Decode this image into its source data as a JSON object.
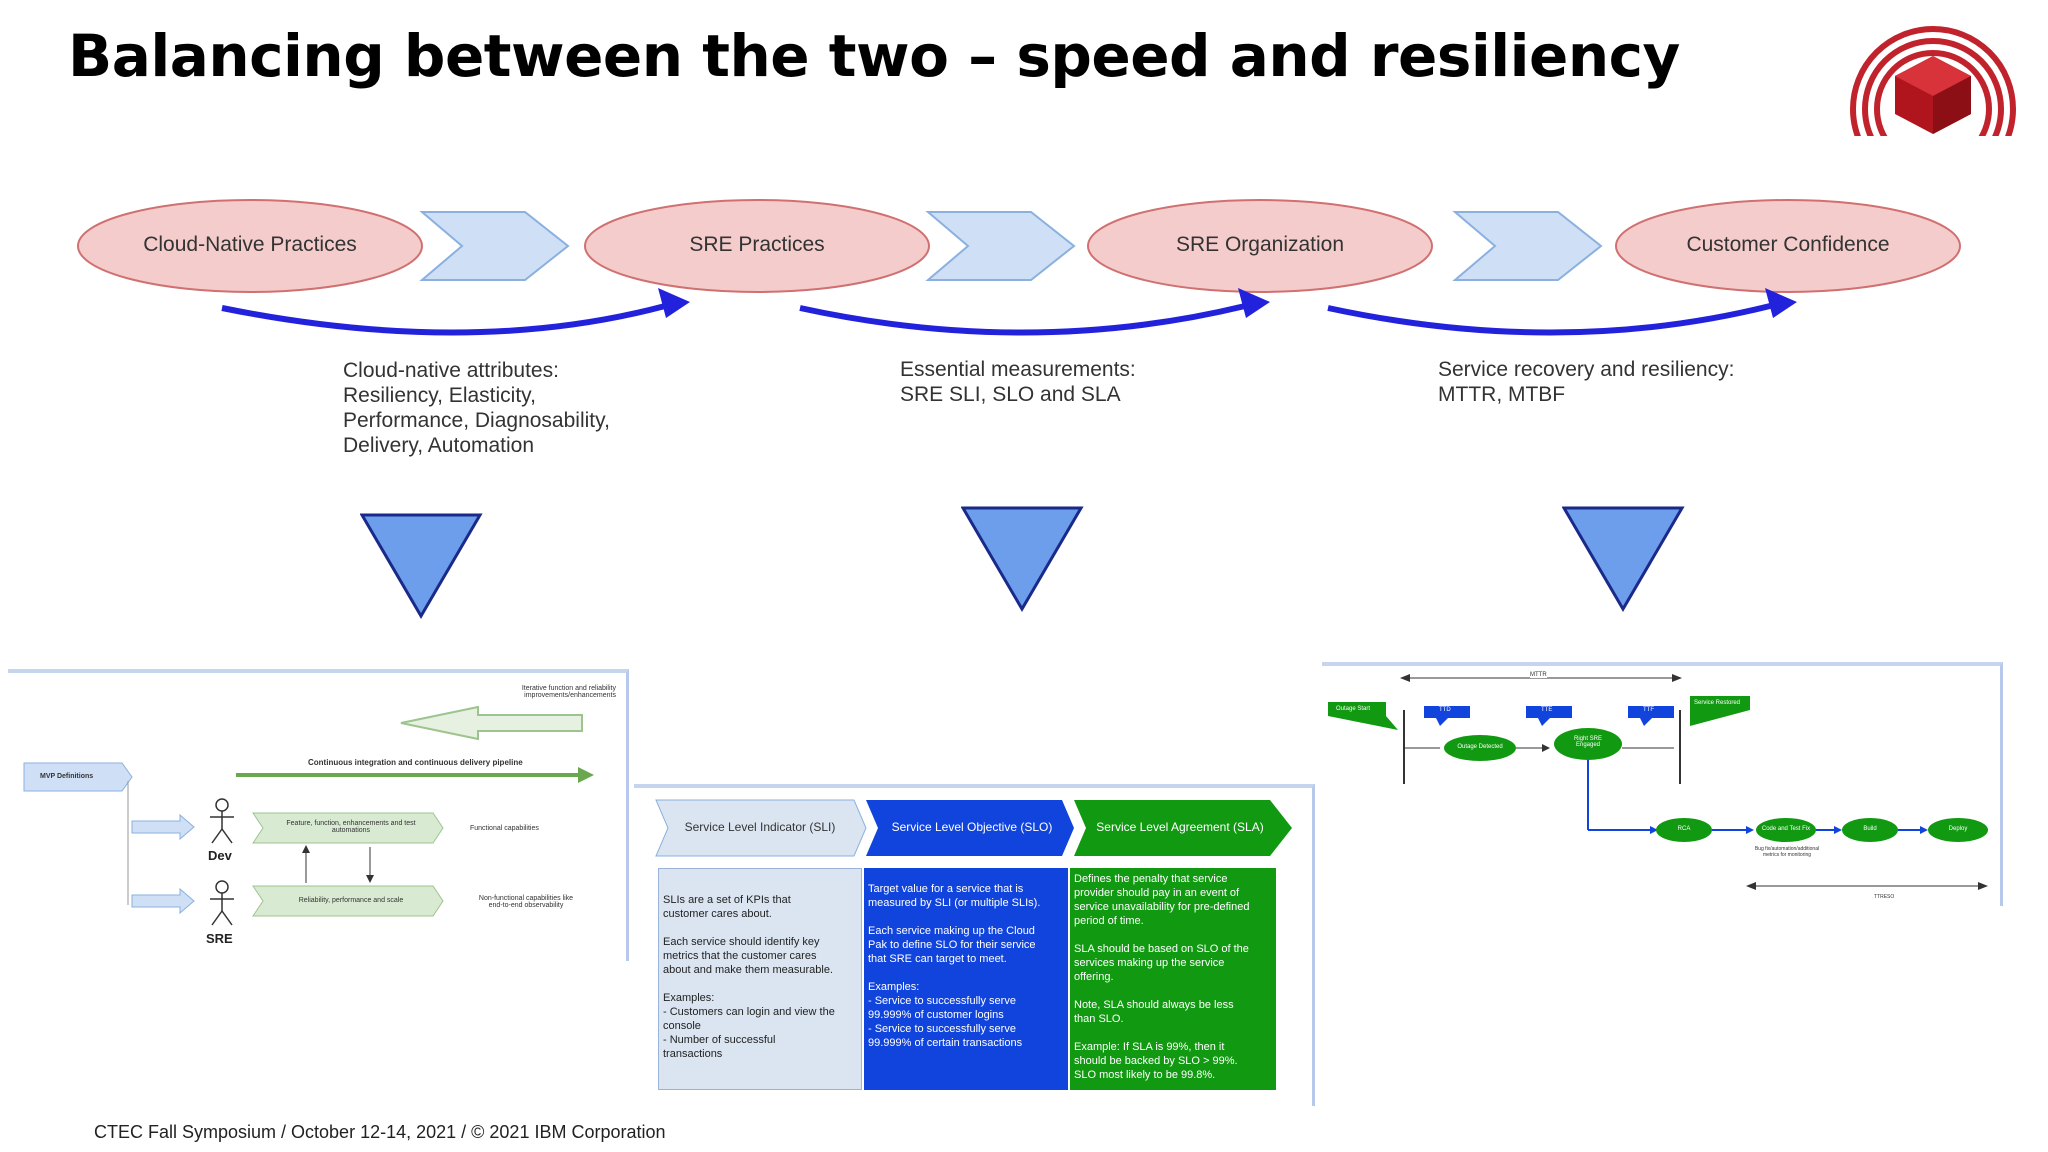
{
  "title": "Balancing between the two – speed and resiliency",
  "flow": {
    "stages": [
      "Cloud-Native Practices",
      "SRE Practices",
      "SRE Organization",
      "Customer Confidence"
    ],
    "captions": [
      "Cloud-native attributes:\nResiliency, Elasticity,\nPerformance, Diagnosability,\nDelivery, Automation",
      "Essential measurements:\nSRE SLI, SLO and SLA",
      "Service recovery and resiliency:\nMTTR, MTBF"
    ]
  },
  "pipeline_panel": {
    "iterative": "Iterative function and reliability\nimprovements/enhancements",
    "ci_cd": "Continuous integration and continuous delivery pipeline",
    "mvp": "MVP Definitions",
    "dev": "Dev",
    "sre": "SRE",
    "feature_box": "Feature, function, enhancements and test\nautomations",
    "reliability_box": "Reliability, performance and scale",
    "functional": "Functional capabilities",
    "non_functional": "Non-functional capabilities like\nend-to-end observability"
  },
  "slo_panel": {
    "headers": [
      "Service Level Indicator (SLI)",
      "Service Level Objective (SLO)",
      "Service Level Agreement (SLA)"
    ],
    "bodies": [
      "SLIs are a set of KPIs that\ncustomer cares about.\n\nEach service should identify key\nmetrics that the customer cares\nabout and make them measurable.\n\nExamples:\n- Customers can login and view the\nconsole\n- Number of successful\ntransactions",
      "Target value for a service that is\nmeasured by SLI (or multiple SLIs).\n\nEach service making up the Cloud\nPak to define SLO for their service\nthat SRE can target to meet.\n\nExamples:\n- Service to successfully serve\n99.999% of customer logins\n- Service to successfully serve\n99.999% of certain transactions",
      "Defines the penalty that service\nprovider should pay in an event of\nservice unavailability for pre-defined\nperiod of time.\n\nSLA should be based on SLO of the\nservices making up the service\noffering.\n\nNote, SLA should always be less\nthan SLO.\n\nExample: If SLA is 99%, then it\nshould be backed by SLO > 99%.\nSLO most likely to be 99.8%."
    ],
    "colors": {
      "sli": "#dbe5f1",
      "slo": "#1144dd",
      "sla": "#119911"
    }
  },
  "mttr_panel": {
    "mttr": "MTTR",
    "outage_start": "Outage Start",
    "ttd": "TTD",
    "tte": "TTE",
    "ttf": "TTF",
    "service_restored": "Service Restored",
    "outage_detected": "Outage Detected",
    "right_sre": "Right SRE\nEngaged",
    "rca": "RCA",
    "code_test_fix": "Code and Test Fix",
    "build": "Build",
    "deploy": "Deploy",
    "bug_note": "Bug fix/automation/additional\nmetrics for monitoring",
    "ttresolve": "TTRESO"
  },
  "footer": "CTEC Fall Symposium  / October 12-14, 2021 / © 2021 IBM Corporation"
}
